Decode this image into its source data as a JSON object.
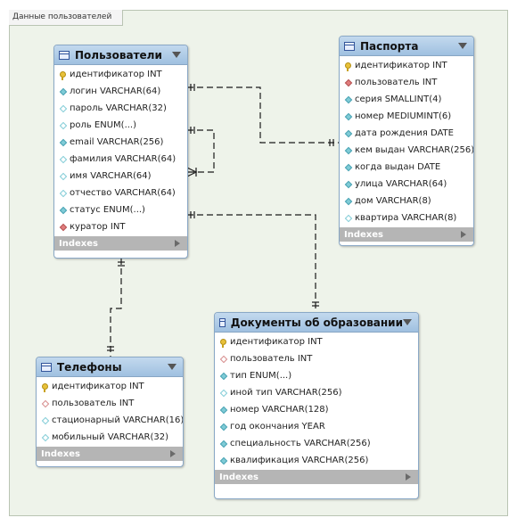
{
  "diagram_title": "Данные пользователей",
  "indexes_label": "Indexes",
  "tables": {
    "users": {
      "name": "Пользователи",
      "columns": [
        {
          "text": "идентификатор INT",
          "kind": "pk"
        },
        {
          "text": "логин VARCHAR(64)",
          "kind": "nn"
        },
        {
          "text": "пароль VARCHAR(32)",
          "kind": "nul"
        },
        {
          "text": "роль ENUM(...)",
          "kind": "nul"
        },
        {
          "text": "email VARCHAR(256)",
          "kind": "nn"
        },
        {
          "text": "фамилия VARCHAR(64)",
          "kind": "nul"
        },
        {
          "text": "имя VARCHAR(64)",
          "kind": "nul"
        },
        {
          "text": "отчество VARCHAR(64)",
          "kind": "nul"
        },
        {
          "text": "статус ENUM(...)",
          "kind": "nn"
        },
        {
          "text": "куратор INT",
          "kind": "fk"
        }
      ]
    },
    "passport": {
      "name": "Паспорта",
      "columns": [
        {
          "text": "идентификатор INT",
          "kind": "pk"
        },
        {
          "text": "пользователь INT",
          "kind": "fk"
        },
        {
          "text": "серия SMALLINT(4)",
          "kind": "nn"
        },
        {
          "text": "номер MEDIUMINT(6)",
          "kind": "nn"
        },
        {
          "text": "дата рождения DATE",
          "kind": "nn"
        },
        {
          "text": "кем выдан VARCHAR(256)",
          "kind": "nn"
        },
        {
          "text": "когда выдан DATE",
          "kind": "nn"
        },
        {
          "text": "улица VARCHAR(64)",
          "kind": "nn"
        },
        {
          "text": "дом VARCHAR(8)",
          "kind": "nn"
        },
        {
          "text": "квартира VARCHAR(8)",
          "kind": "nul"
        }
      ]
    },
    "phones": {
      "name": "Телефоны",
      "columns": [
        {
          "text": "идентификатор INT",
          "kind": "pk"
        },
        {
          "text": "пользователь INT",
          "kind": "fkn"
        },
        {
          "text": "стационарный VARCHAR(16)",
          "kind": "nul"
        },
        {
          "text": "мобильный VARCHAR(32)",
          "kind": "nul"
        }
      ]
    },
    "education": {
      "name": "Документы об образовании",
      "columns": [
        {
          "text": "идентификатор INT",
          "kind": "pk"
        },
        {
          "text": "пользователь INT",
          "kind": "fkn"
        },
        {
          "text": "тип ENUM(...)",
          "kind": "nn"
        },
        {
          "text": "иной тип VARCHAR(256)",
          "kind": "nul"
        },
        {
          "text": "номер VARCHAR(128)",
          "kind": "nn"
        },
        {
          "text": "год окончания YEAR",
          "kind": "nn"
        },
        {
          "text": "специальность VARCHAR(256)",
          "kind": "nn"
        },
        {
          "text": "квалификация VARCHAR(256)",
          "kind": "nn"
        }
      ]
    }
  },
  "colors": {
    "header_top": "#c3d9ee",
    "header_bottom": "#9fc0e0",
    "indexes_bar": "#b5b5b5",
    "canvas": "#eef3ea",
    "relationship_line": "#1a1a1a"
  }
}
